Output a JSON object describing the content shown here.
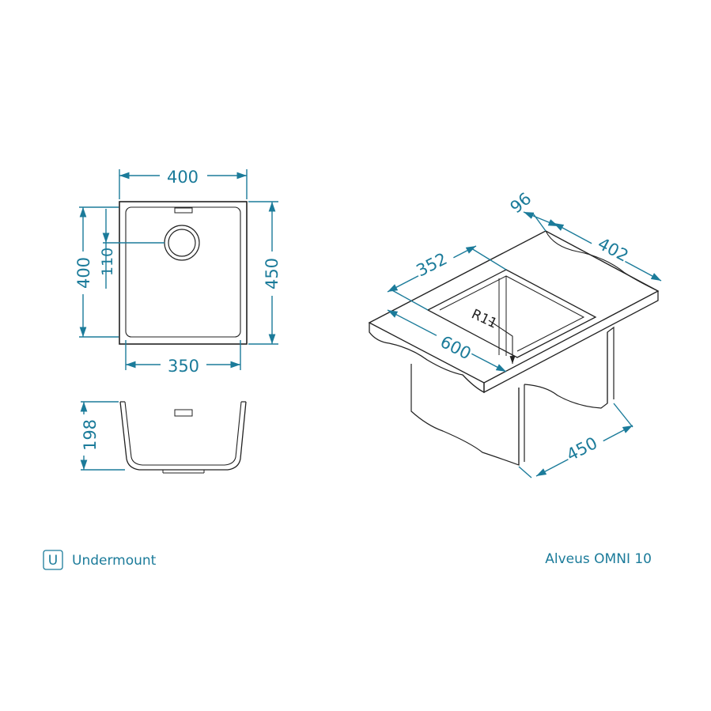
{
  "top_view": {
    "overall_width": "400",
    "inner_width": "350",
    "inner_depth": "400",
    "drain_offset": "110",
    "overall_depth": "450"
  },
  "side_view": {
    "height": "198"
  },
  "iso_view": {
    "offset": "96",
    "bowl_width": "352",
    "cabinet_depth": "402",
    "corner_radius": "R11",
    "cabinet_width": "600",
    "cabinet_base": "450"
  },
  "footer": {
    "mount_badge": "U",
    "mount_label": "Undermount",
    "product_name": "Alveus OMNI 10"
  }
}
